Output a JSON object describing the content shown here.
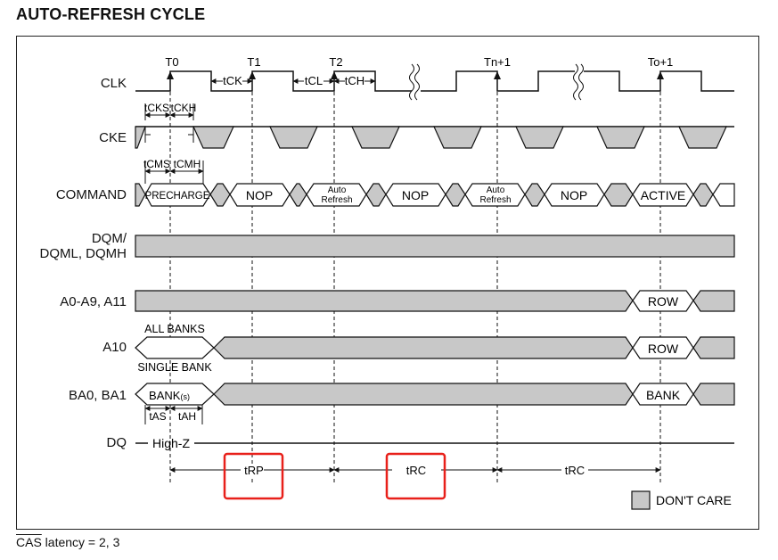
{
  "title": "AUTO-REFRESH CYCLE",
  "signals": {
    "clk": "CLK",
    "cke": "CKE",
    "command": "COMMAND",
    "dqm_line1": "DQM/",
    "dqm_line2": "DQML, DQMH",
    "addr": "A0-A9, A11",
    "a10": "A10",
    "ba": "BA0, BA1",
    "dq": "DQ"
  },
  "clock_edges": [
    "T0",
    "T1",
    "T2",
    "Tn+1",
    "To+1"
  ],
  "timing": {
    "tck": "tCK",
    "tcl": "tCL",
    "tch": "tCH",
    "tcks": "tCKS",
    "tckh": "tCKH",
    "tcms": "tCMS",
    "tcmh": "tCMH",
    "tas": "tAS",
    "tah": "tAH",
    "trp": "tRP",
    "trc1": "tRC",
    "trc2": "tRC"
  },
  "commands": {
    "precharge": "PRECHARGE",
    "nop1": "NOP",
    "auto1_line1": "Auto",
    "auto1_line2": "Refresh",
    "nop2": "NOP",
    "auto2_line1": "Auto",
    "auto2_line2": "Refresh",
    "nop3": "NOP",
    "active": "ACTIVE"
  },
  "values": {
    "row_addr": "ROW",
    "row_a10": "ROW",
    "bank_ba_main": "BANK",
    "bank_ba_sub": "(s)",
    "bank_final": "BANK",
    "all_banks": "ALL BANKS",
    "single_bank": "SINGLE BANK",
    "high_z": "High-Z"
  },
  "legend": {
    "dont_care": "DON'T CARE"
  },
  "footnote": {
    "cas": "CAS",
    "rest": " latency = 2, 3"
  },
  "colors": {
    "dont_care_fill": "#c8c8c8",
    "highlight": "#e8201a",
    "line": "#111111"
  }
}
